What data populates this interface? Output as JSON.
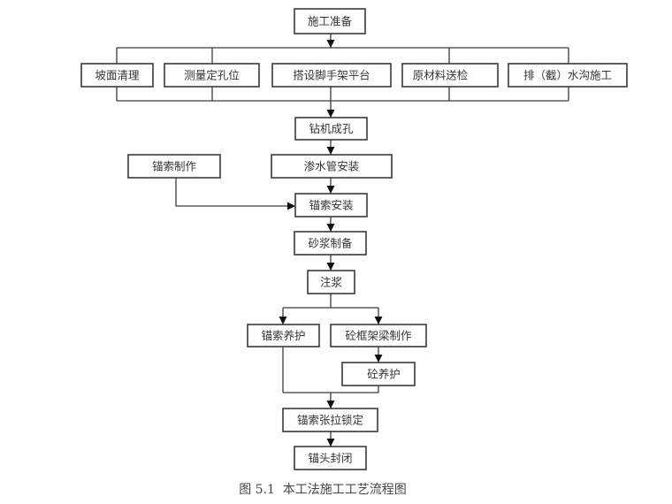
{
  "diagram": {
    "caption": "图 5.1  本工法施工工艺流程图",
    "nodes": {
      "prep": "施工准备",
      "slope_clean": "坡面清理",
      "survey_hole": "测量定孔位",
      "scaffold": "搭设脚手架平台",
      "material_test": "原材料送检",
      "drain_ditch": "排（截）水沟施工",
      "drilling": "钻机成孔",
      "seepage_pipe": "渗水管安装",
      "anchor_make": "锚索制作",
      "anchor_install": "锚索安装",
      "mortar_prep": "砂浆制备",
      "grouting": "注浆",
      "anchor_cure": "锚索养护",
      "frame_beam": "砼框架梁制作",
      "concrete_cure": "砼养护",
      "tension_lock": "锚索张拉锁定",
      "head_seal": "锚头封闭"
    },
    "edges": [
      [
        "prep",
        "slope_clean"
      ],
      [
        "prep",
        "survey_hole"
      ],
      [
        "prep",
        "scaffold"
      ],
      [
        "prep",
        "material_test"
      ],
      [
        "prep",
        "drain_ditch"
      ],
      [
        "slope_clean",
        "drilling"
      ],
      [
        "survey_hole",
        "drilling"
      ],
      [
        "scaffold",
        "drilling"
      ],
      [
        "material_test",
        "drilling"
      ],
      [
        "drain_ditch",
        "drilling"
      ],
      [
        "drilling",
        "seepage_pipe"
      ],
      [
        "seepage_pipe",
        "anchor_install"
      ],
      [
        "anchor_make",
        "anchor_install"
      ],
      [
        "anchor_install",
        "mortar_prep"
      ],
      [
        "mortar_prep",
        "grouting"
      ],
      [
        "grouting",
        "anchor_cure"
      ],
      [
        "grouting",
        "frame_beam"
      ],
      [
        "frame_beam",
        "concrete_cure"
      ],
      [
        "anchor_cure",
        "tension_lock"
      ],
      [
        "concrete_cure",
        "tension_lock"
      ],
      [
        "tension_lock",
        "head_seal"
      ]
    ]
  }
}
